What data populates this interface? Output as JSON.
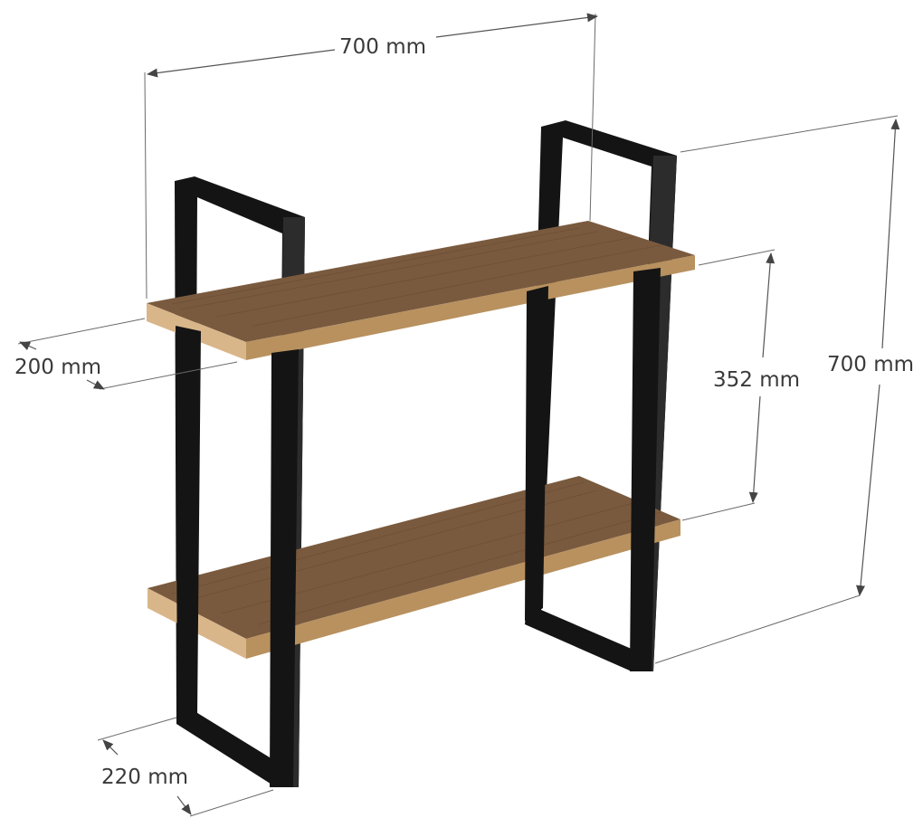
{
  "dimensions": {
    "top_width": "700 mm",
    "right_height": "700 mm",
    "shelf_spacing": "352 mm",
    "shelf_depth": "200 mm",
    "frame_depth": "220 mm"
  },
  "colors": {
    "metal": "#141414",
    "wood_top": "#7a5a3e",
    "wood_edge": "#d9b68a"
  }
}
